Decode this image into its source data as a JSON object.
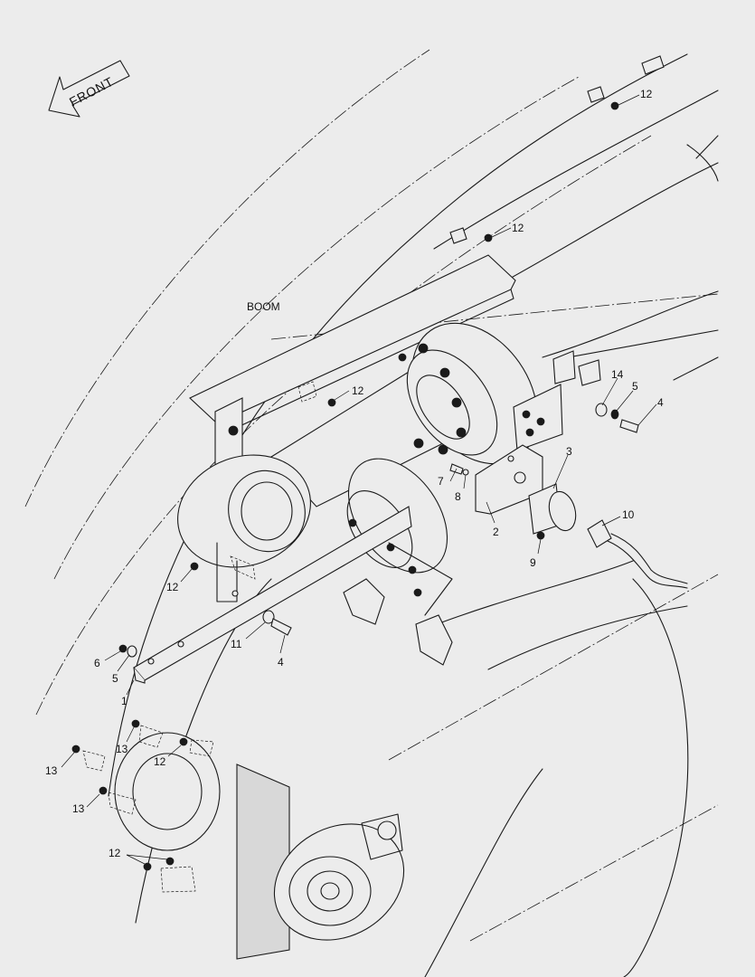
{
  "diagram": {
    "direction_label": "FRONT",
    "boom_label": "BOOM",
    "callouts": {
      "c1": "1",
      "c2": "2",
      "c3": "3",
      "c4a": "4",
      "c4b": "4",
      "c5a": "5",
      "c5b": "5",
      "c6": "6",
      "c7": "7",
      "c8": "8",
      "c9": "9",
      "c10": "10",
      "c11": "11",
      "c12a": "12",
      "c12b": "12",
      "c12c": "12",
      "c12d": "12",
      "c12e": "12",
      "c12f": "12",
      "c13a": "13",
      "c13b": "13",
      "c13c": "13",
      "c14": "14"
    },
    "colors": {
      "background": "#ececec",
      "line": "#1a1a1a"
    }
  }
}
